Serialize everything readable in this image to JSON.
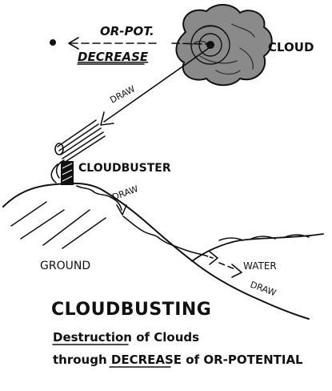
{
  "labels": {
    "or_pot": "OR-POT.",
    "decrease": "DECREASE",
    "cloud": "CLOUD",
    "draw_top": "DRAW",
    "cloudbuster": "CLOUDBUSTER",
    "draw_slope": "DRAW",
    "ground": "GROUND",
    "water": "WATER",
    "draw_water": "DRAW",
    "title": "CLOUDBUSTING",
    "subtitle_line1_a": "Destruction",
    "subtitle_line1_b": " of ",
    "subtitle_line1_c": "Clouds",
    "subtitle_line2_a": "through ",
    "subtitle_line2_b": "DECREASE",
    "subtitle_line2_c": " of OR-POTENTIAL"
  },
  "colors": {
    "ink": "#111111",
    "cloud_fill": "#8a8a8a",
    "background": "#ffffff"
  }
}
